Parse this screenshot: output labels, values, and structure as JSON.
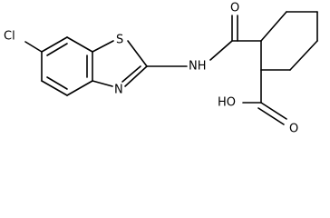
{
  "atoms": {
    "cl": "Cl",
    "s": "S",
    "n_ring": "N",
    "nh": "NH",
    "o_amide": "O",
    "oh": "HO",
    "o_acid": "O"
  }
}
